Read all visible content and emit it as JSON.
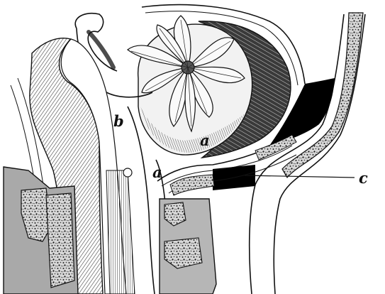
{
  "labels": {
    "a_upper": "a",
    "a_lower": "a",
    "b": "b",
    "c": "c"
  },
  "colors": {
    "ink": "#111111",
    "paper": "#ffffff",
    "tissue_gray": "#8a8a8a",
    "tissue_light": "#bdbdbd",
    "black_space": "#000000"
  }
}
